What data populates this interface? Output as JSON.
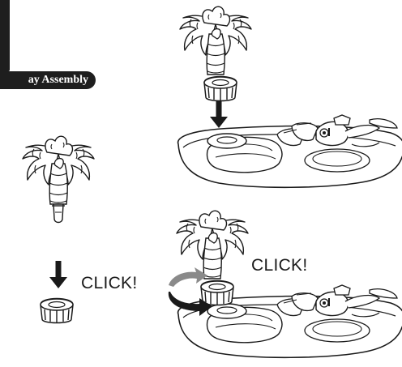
{
  "header": {
    "title": "ay Assembly"
  },
  "labels": {
    "click_left": "CLICK!",
    "click_right": "CLICK!"
  },
  "colors": {
    "header_bg": "#1e1e1e",
    "line": "#1a1a1a",
    "arrow_dark": "#1a1a1a",
    "arrow_grey": "#8a8a8a"
  },
  "icons": [
    "palm-tree-icon",
    "push-base-icon",
    "down-arrow-icon",
    "rotate-arrow-icon",
    "play-base-icon",
    "turtle-icon",
    "binoculars-icon"
  ]
}
